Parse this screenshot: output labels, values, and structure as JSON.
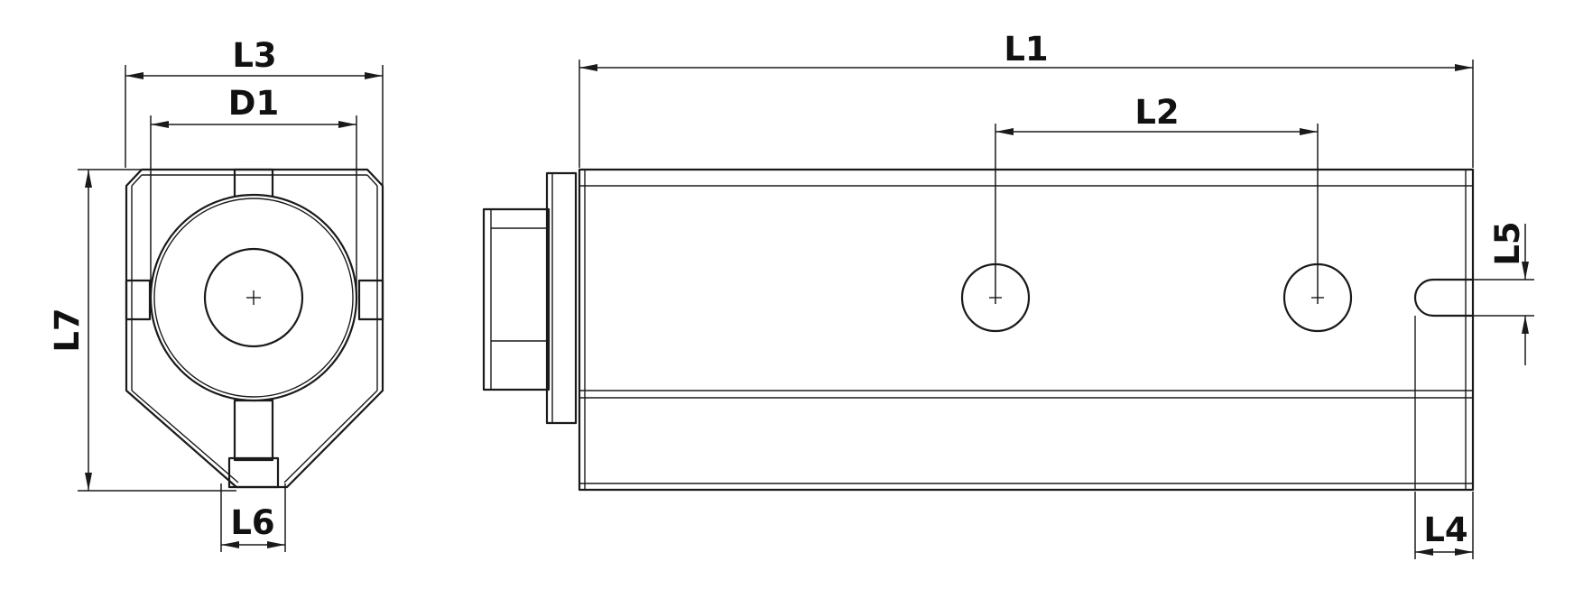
{
  "dimensions": {
    "L1": "L1",
    "L2": "L2",
    "L3": "L3",
    "L4": "L4",
    "L5": "L5",
    "L6": "L6",
    "L7": "L7",
    "D1": "D1"
  }
}
